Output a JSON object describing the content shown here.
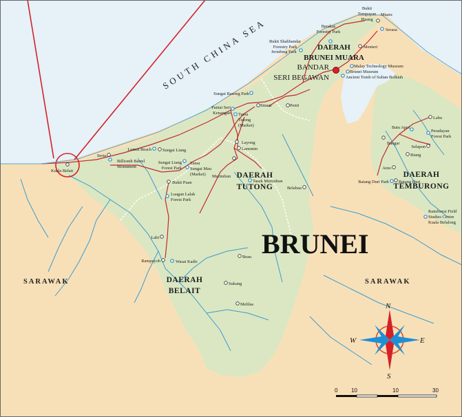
{
  "map": {
    "sea_label": "SOUTH CHINA SEA",
    "country_label": "BRUNEI",
    "sarawak_left": "SARAWAK",
    "sarawak_right": "SARAWAK",
    "districts": {
      "brunei_muara": [
        "DAERAH",
        "BRUNEI MUARA"
      ],
      "tutong": [
        "DAERAH",
        "TUTONG"
      ],
      "belait": [
        "DAERAH",
        "BELAIT"
      ],
      "temburong": [
        "DAERAH",
        "TEMBURONG"
      ]
    },
    "capital": [
      "BANDAR",
      "SERI BEGAWAN"
    ],
    "places": {
      "bukit_tempayan_pisang": [
        "Bukit",
        "Tempayan",
        "Pisang"
      ],
      "muara": "Muara",
      "serasa": "Serasa",
      "berakas": [
        "Berakas",
        "Forestry Park"
      ],
      "menteri": "Menteri",
      "bukit_shahbandar": [
        "Bukit Shahbandar",
        "Forestry Park"
      ],
      "jerudong_park": "Jerudong Park",
      "malay_tech": "Malay Technology Museum",
      "brunei_museum": "Brunei Museum",
      "ancient_tomb": "Ancient Tomb of Sultan Bolkiah",
      "sungai_basong": "Sungai Basong Park",
      "pantai_seri_kenangan": [
        "Pantai Seri",
        "Kenangan"
      ],
      "tamu_tutong": [
        "Tamu",
        "Tutong",
        "(Market)"
      ],
      "sinaut": "Sinaut",
      "penti": "Penti",
      "labu": "Labu",
      "batu_apoi": "Batu Apoi",
      "peradayan": [
        "Peradayan",
        "Forest Park"
      ],
      "bangar": "Bangar",
      "selapon": "Selapon",
      "biang": "Biang",
      "amo": "Amo",
      "batang_duri_park": "Batang Duri Park",
      "batang_duri": "Batang Duri",
      "lumut_beach": "Lumut Beach",
      "sungai_liang": "Sungai Liang",
      "layong": "Layong",
      "lamunin": "Lamunin",
      "seria": "Seria",
      "sungai_liang_forest": [
        "Sungai Liang",
        "Forest Park"
      ],
      "tamu_sungai_mau": [
        "Tamu",
        "Sungai Mau",
        "(Market)"
      ],
      "merimbun": "Merimbun",
      "tasek_merimbun": "Tasek Merimbun",
      "kuala_belait": "Kuala Belait",
      "billionth_barrel": [
        "Billionth Barrel",
        "Monument"
      ],
      "bukit_puan": "Bukit Puan",
      "luagan_lalak": [
        "Luagan Lalak",
        "Forest Park"
      ],
      "belabau": "Belabau",
      "labi": "Labi",
      "rampayoh": "Rampayoh",
      "wasai_kadir": "Wasai Kadir",
      "beau": "Beau",
      "sukang": "Sukang",
      "melilas": "Melilas",
      "rainforest": [
        "Rainforest Field",
        "Studies Centre",
        "Kuala Belalong"
      ]
    },
    "compass": {
      "n": "N",
      "s": "S",
      "e": "E",
      "w": "W"
    },
    "scale": {
      "ticks": [
        "0",
        "10",
        "10",
        "30"
      ]
    },
    "colors": {
      "sea": "#e6f1f8",
      "brunei_land": "#dbe7c2",
      "sarawak_land": "#f7e0b8",
      "roads": "#c1282e",
      "rivers": "#3b9bd0"
    }
  }
}
